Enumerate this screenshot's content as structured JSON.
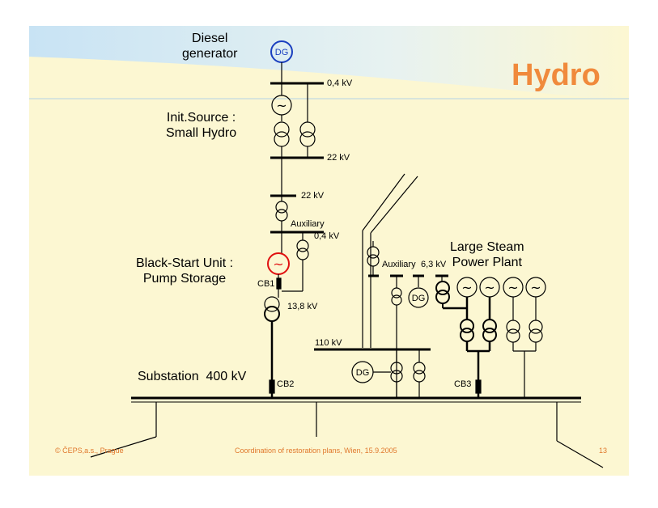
{
  "slide": {
    "title": "Hydro",
    "footer_left": "© ČEPS,a.s., Prague",
    "footer_center": "Coordination of restoration plans, Wien, 15.9.2005",
    "page_number": "13"
  },
  "labels": {
    "diesel_generator": "Diesel\ngenerator",
    "init_source": "Init.Source :\nSmall Hydro",
    "black_start": "Black-Start Unit :\nPump Storage",
    "large_steam": "Large Steam\nPower Plant",
    "substation": "Substation  400 kV"
  },
  "voltages": {
    "v04_top": "0,4 kV",
    "v22_a": "22 kV",
    "v22_b": "22 kV",
    "auxiliary_left": "Auxiliary",
    "v04_aux": "0,4 kV",
    "v138": "13,8 kV",
    "v110": "110 kV",
    "auxiliary_right": "Auxiliary",
    "v63": "6,3 kV"
  },
  "breakers": {
    "cb1": "CB1",
    "cb2": "CB2",
    "cb3": "CB3"
  },
  "symbols": {
    "dg": "DG",
    "gen": "~"
  },
  "colors": {
    "background": "#fcf7d2",
    "title": "#f08a3c",
    "header_band": "#cfe7f5",
    "dg_top_circle": "#1a3fbf",
    "black_start_circle": "#e01010",
    "footer": "#e0782c"
  }
}
